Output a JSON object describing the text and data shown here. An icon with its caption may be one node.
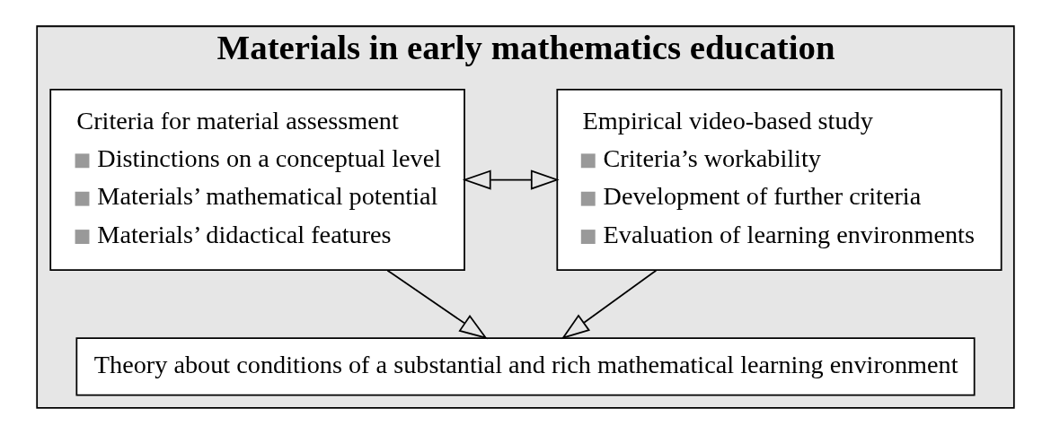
{
  "diagram": {
    "nodes": [
      {
        "text": [
          "Materials in early mathematics education"
        ]
      },
      {
        "text": [
          "Criteria for material assessment",
          "Distinctions on a conceptual level",
          "Materials’ mathematical potential",
          "Materials’ didactical features"
        ],
        "in": 0
      },
      {
        "text": [
          "Empirical video-based study",
          "Criteria’s workability",
          "Development of further criteria",
          "Evaluation of learning environments"
        ],
        "in": 0
      },
      {
        "text": [
          "Theory about conditions of a substantial and rich mathematical learning environment"
        ],
        "in": 0
      }
    ],
    "edges": [
      {
        "from": 1,
        "to": 2,
        "arrow": "both"
      },
      {
        "from": 1,
        "to": 3,
        "arrow": "to"
      },
      {
        "from": 2,
        "to": 3,
        "arrow": "to"
      }
    ]
  }
}
